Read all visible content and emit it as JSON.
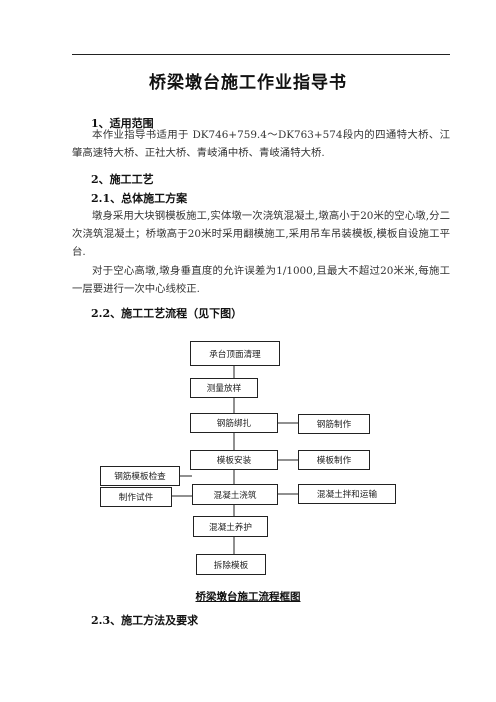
{
  "document": {
    "title": "桥梁墩台施工作业指导书",
    "sections": [
      {
        "heading": "1、适用范围",
        "paragraph": "本作业指导书适用于 DK746+759.4～DK763+574段内的四通特大桥、江肇高速特大桥、正社大桥、青岐涌中桥、青岐涌特大桥."
      },
      {
        "heading": "2、施工工艺"
      },
      {
        "heading": "2.1、总体施工方案",
        "paragraphs": [
          "墩身采用大块钢模板施工,实体墩一次浇筑混凝土,墩高小于20米的空心墩,分二次浇筑混凝土；桥墩高于20米时采用翻模施工,采用吊车吊装模板,模板自设施工平台.",
          "对于空心高墩,墩身垂直度的允许误差为1/1000,且最大不超过20米米,每施工一层要进行一次中心线校正."
        ]
      },
      {
        "heading": "2.2、施工工艺流程（见下图）"
      },
      {
        "heading": "2.3、施工方法及要求"
      }
    ],
    "flowchart": {
      "main_steps": [
        "承台顶面清理",
        "测量放样",
        "钢筋绑扎",
        "模板安装",
        "混凝土浇筑",
        "混凝土养护",
        "拆除模板"
      ],
      "side_right": [
        "钢筋制作",
        "模板制作",
        "混凝土拌和运输"
      ],
      "side_left": [
        "钢筋模板检查",
        "制作试件"
      ],
      "caption": "桥梁墩台施工流程框图"
    }
  }
}
